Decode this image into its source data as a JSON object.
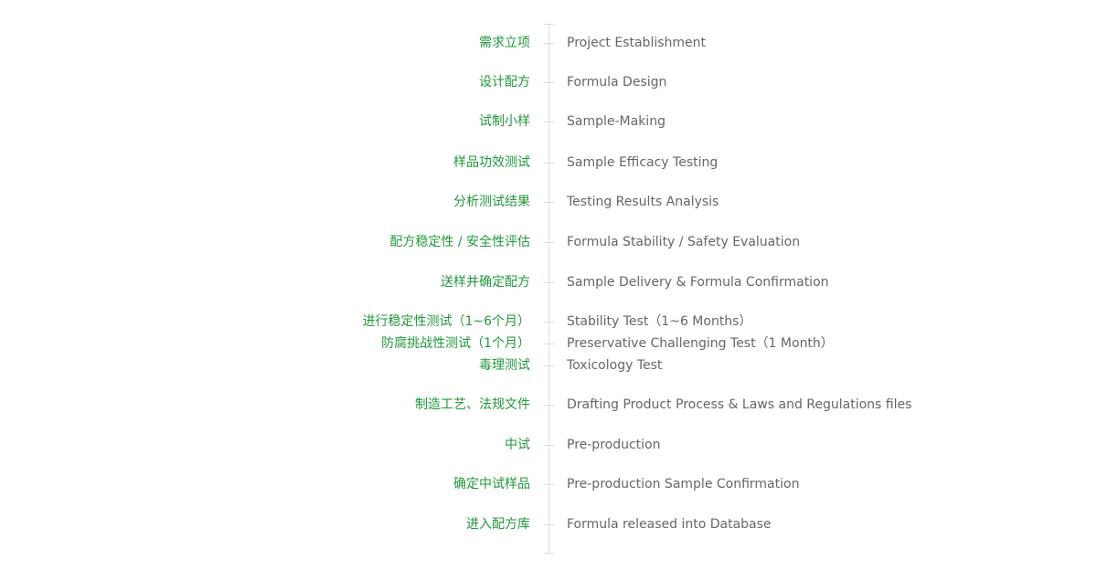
{
  "steps": [
    {
      "cn": "需求立项",
      "en": "Project Establishment"
    },
    {
      "cn": "设计配方",
      "en": "Formula Design"
    },
    {
      "cn": "试制小样",
      "en": "Sample-Making"
    },
    {
      "cn": "样品功效测试",
      "en": "Sample Efficacy Testing"
    },
    {
      "cn": "分析测试结果",
      "en": "Testing Results Analysis"
    },
    {
      "cn": "配方稳定性 / 安全性评估",
      "en": "Formula Stability / Safety Evaluation"
    },
    {
      "cn": "送样并确定配方",
      "en": "Sample Delivery & Formula Confirmation"
    },
    {
      "cn": "进行稳定性测试（1~6个月）",
      "en": "Stability Test（1~6 Months）"
    },
    {
      "cn": "防腐挑战性测试（1个月）",
      "en": "Preservative Challenging Test（1 Month）"
    },
    {
      "cn": "毒理测试",
      "en": "Toxicology Test"
    },
    {
      "cn": "制造工艺、法规文件",
      "en": "Drafting Product Process & Laws and Regulations files"
    },
    {
      "cn": "中试",
      "en": "Pre-production"
    },
    {
      "cn": "确定中试样品",
      "en": "Pre-production Sample Confirmation"
    },
    {
      "cn": "进入配方库",
      "en": "Formula released into Database"
    }
  ]
}
